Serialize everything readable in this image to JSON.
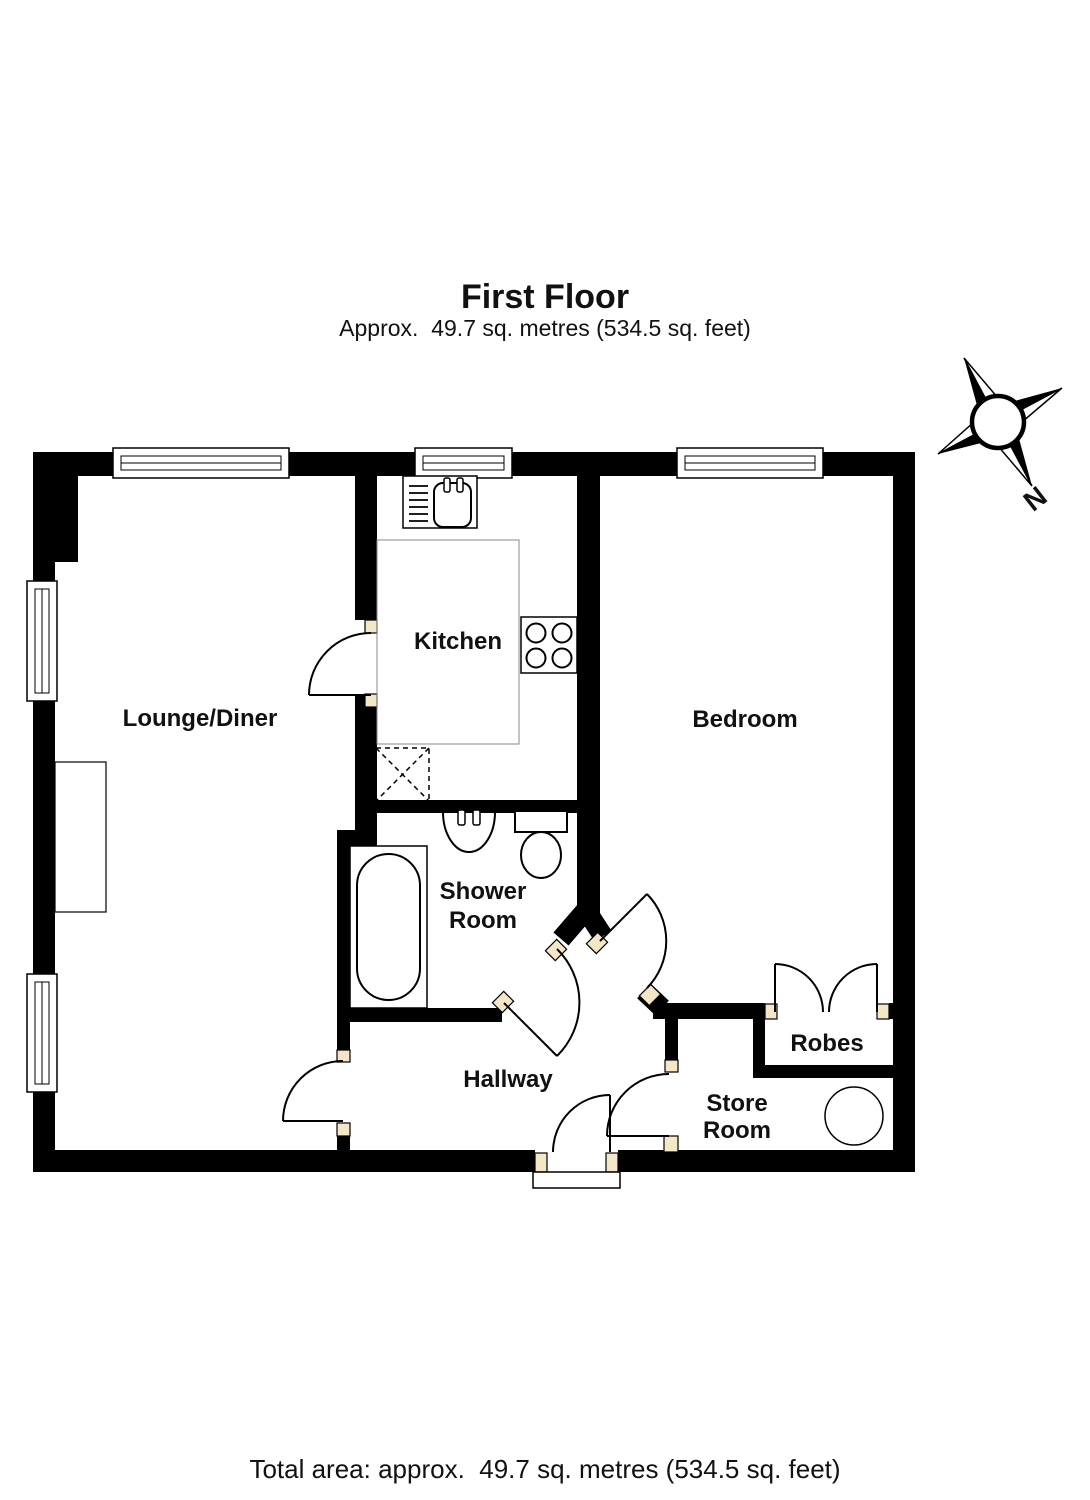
{
  "header": {
    "title": "First Floor",
    "subtitle": "Approx.  49.7 sq. metres (534.5 sq. feet)"
  },
  "footer": {
    "total_area": "Total area: approx.  49.7 sq. metres (534.5 sq. feet)"
  },
  "compass": {
    "north_label": "N"
  },
  "rooms": {
    "lounge_diner": "Lounge/Diner",
    "kitchen": "Kitchen",
    "bedroom": "Bedroom",
    "shower_room_line1": "Shower",
    "shower_room_line2": "Room",
    "hallway": "Hallway",
    "robes": "Robes",
    "store_room_line1": "Store",
    "store_room_line2": "Room"
  },
  "colors": {
    "wall": "#000000",
    "door_jamb": "#F4E7C8",
    "counter_line": "#8a8a8a"
  }
}
